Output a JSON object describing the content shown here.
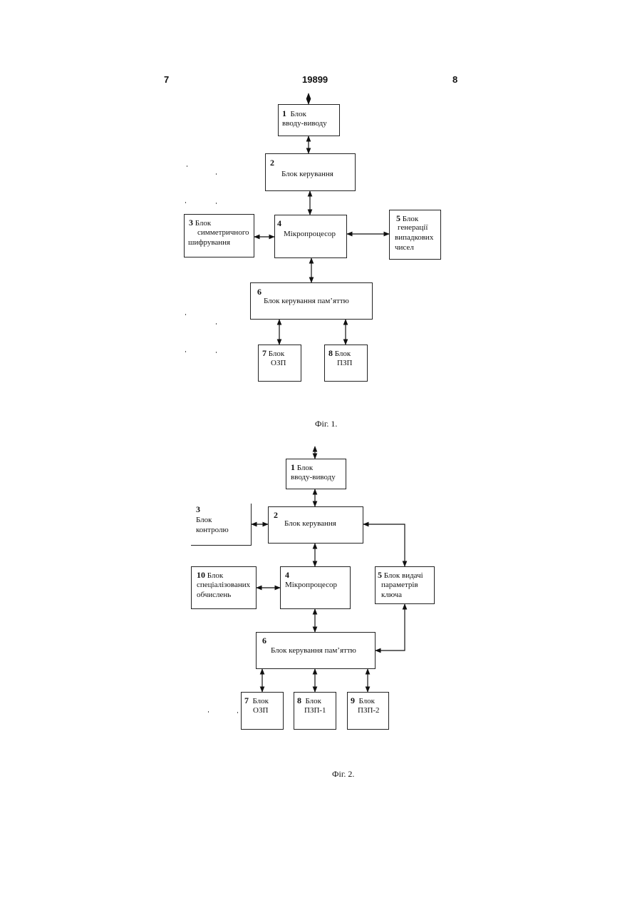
{
  "header": {
    "left_page": "7",
    "patent_number": "19899",
    "right_page": "8"
  },
  "figure1": {
    "caption": "Фіг. 1.",
    "blocks": {
      "b1": {
        "num": "1",
        "line1": "Блок",
        "line2": "вводу-виводу"
      },
      "b2": {
        "num": "2",
        "line1": "Блок керування"
      },
      "b3": {
        "num": "3",
        "line1": "Блок",
        "line2": "симметричного",
        "line3": "шифрування"
      },
      "b4": {
        "num": "4",
        "line1": "Мікропроцесор"
      },
      "b5": {
        "num": "5",
        "line1": "Блок",
        "line2": "генерації",
        "line3": "випадкових",
        "line4": "чисел"
      },
      "b6": {
        "num": "6",
        "line1": "Блок керування пам’яттю"
      },
      "b7": {
        "num": "7",
        "line1": "Блок",
        "line2": "ОЗП"
      },
      "b8": {
        "num": "8",
        "line1": "Блок",
        "line2": "ПЗП"
      }
    }
  },
  "figure2": {
    "caption": "Фіг. 2.",
    "blocks": {
      "b1": {
        "num": "1",
        "line1": "Блок",
        "line2": "вводу-виводу"
      },
      "b2": {
        "num": "2",
        "line1": "Блок керування"
      },
      "b3": {
        "num": "3",
        "line1": "Блок",
        "line2": "контролю"
      },
      "b4": {
        "num": "4",
        "line1": "Мікропроцесор"
      },
      "b5": {
        "num": "5",
        "line1": "Блок видачі",
        "line2": "параметрів",
        "line3": "ключа"
      },
      "b6": {
        "num": "6",
        "line1": "Блок керування пам’яттю"
      },
      "b7": {
        "num": "7",
        "line1": "Блок",
        "line2": "ОЗП"
      },
      "b8": {
        "num": "8",
        "line1": "Блок",
        "line2": "ПЗП-1"
      },
      "b9": {
        "num": "9",
        "line1": "Блок",
        "line2": "ПЗП-2"
      },
      "b10": {
        "num": "10",
        "line1": "Блок",
        "line2": "спеціалізованих",
        "line3": "обчислень"
      }
    }
  }
}
